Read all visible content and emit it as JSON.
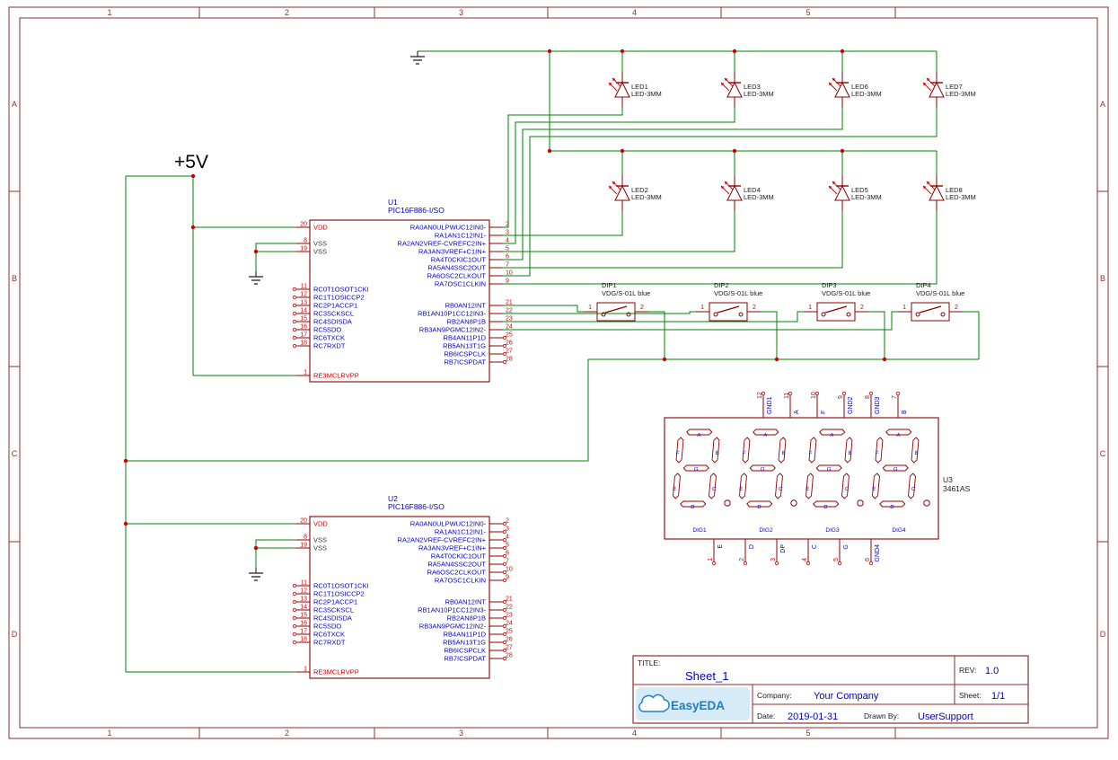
{
  "sheet": {
    "columns": [
      "1",
      "2",
      "3",
      "4",
      "5"
    ],
    "rows": [
      "A",
      "B",
      "C",
      "D"
    ]
  },
  "power": {
    "plus5v_label": "+5V"
  },
  "chips": [
    {
      "ref": "U1",
      "value": "PIC16F886-I/SO"
    },
    {
      "ref": "U2",
      "value": "PIC16F886-I/SO"
    }
  ],
  "mcu_pins": {
    "left": [
      {
        "num": "20",
        "name": "VDD",
        "color": "#CC0000"
      },
      {
        "num": "8",
        "name": "VSS",
        "color": "#333333"
      },
      {
        "num": "19",
        "name": "VSS",
        "color": "#333333"
      },
      {
        "num": "11",
        "name": "RC0T1OSOT1CKI"
      },
      {
        "num": "12",
        "name": "RC1T1OSICCP2"
      },
      {
        "num": "13",
        "name": "RC2P1ACCP1"
      },
      {
        "num": "14",
        "name": "RC3SCKSCL"
      },
      {
        "num": "15",
        "name": "RC4SDISDA"
      },
      {
        "num": "16",
        "name": "RC5SDO"
      },
      {
        "num": "17",
        "name": "RC6TXCK"
      },
      {
        "num": "18",
        "name": "RC7RXDT"
      },
      {
        "num": "1",
        "name": "RE3MCLRVPP",
        "color": "#CC0000"
      }
    ],
    "right": [
      {
        "num": "2",
        "name": "RA0AN0ULPWUC12IN0-"
      },
      {
        "num": "3",
        "name": "RA1AN1C12IN1-"
      },
      {
        "num": "4",
        "name": "RA2AN2VREF-CVREFC2IN+"
      },
      {
        "num": "5",
        "name": "RA3AN3VREF+C1IN+"
      },
      {
        "num": "6",
        "name": "RA4T0CKIC1OUT"
      },
      {
        "num": "7",
        "name": "RA5AN4SSC2OUT"
      },
      {
        "num": "10",
        "name": "RA6OSC2CLKOUT"
      },
      {
        "num": "9",
        "name": "RA7OSC1CLKIN"
      },
      {
        "num": "21",
        "name": "RB0AN12INT"
      },
      {
        "num": "22",
        "name": "RB1AN10P1CC12IN3-"
      },
      {
        "num": "23",
        "name": "RB2AN8P1B"
      },
      {
        "num": "24",
        "name": "RB3AN9PGMC12IN2-"
      },
      {
        "num": "25",
        "name": "RB4AN11P1D"
      },
      {
        "num": "26",
        "name": "RB5AN13T1G"
      },
      {
        "num": "27",
        "name": "RB6ICSPCLK"
      },
      {
        "num": "28",
        "name": "RB7ICSPDAT"
      }
    ]
  },
  "leds": [
    {
      "ref": "LED1",
      "value": "LED-3MM"
    },
    {
      "ref": "LED2",
      "value": "LED-3MM"
    },
    {
      "ref": "LED3",
      "value": "LED-3MM"
    },
    {
      "ref": "LED4",
      "value": "LED-3MM"
    },
    {
      "ref": "LED5",
      "value": "LED-3MM"
    },
    {
      "ref": "LED6",
      "value": "LED-3MM"
    },
    {
      "ref": "LED7",
      "value": "LED-3MM"
    },
    {
      "ref": "LED8",
      "value": "LED-3MM"
    }
  ],
  "dips": [
    {
      "ref": "DIP1",
      "value": "VDG/S-01L blue",
      "pins": [
        "1",
        "2"
      ]
    },
    {
      "ref": "DIP2",
      "value": "VDG/S-01L blue",
      "pins": [
        "1",
        "2"
      ]
    },
    {
      "ref": "DIP3",
      "value": "VDG/S-01L blue",
      "pins": [
        "1",
        "2"
      ]
    },
    {
      "ref": "DIP4",
      "value": "VDG/S-01L blue",
      "pins": [
        "1",
        "2"
      ]
    }
  ],
  "display": {
    "ref": "U3",
    "value": "3461AS",
    "top_pins": [
      {
        "num": "12",
        "name": "GND1"
      },
      {
        "num": "11",
        "name": "A"
      },
      {
        "num": "10",
        "name": "F"
      },
      {
        "num": "9",
        "name": "GND2"
      },
      {
        "num": "8",
        "name": "GND3"
      },
      {
        "num": "7",
        "name": "B"
      }
    ],
    "bottom_pins": [
      {
        "num": "1",
        "name": "E"
      },
      {
        "num": "2",
        "name": "D"
      },
      {
        "num": "3",
        "name": "DP"
      },
      {
        "num": "4",
        "name": "C"
      },
      {
        "num": "5",
        "name": "G"
      },
      {
        "num": "6",
        "name": "GND4"
      }
    ],
    "digit_labels": [
      "DIG1",
      "DIG2",
      "DIG3",
      "DIG4"
    ],
    "segment_labels": [
      "A",
      "B",
      "C",
      "D",
      "E",
      "F",
      "G"
    ]
  },
  "title_block": {
    "title_label": "TITLE:",
    "title": "Sheet_1",
    "rev_label": "REV:",
    "rev": "1.0",
    "company_label": "Company:",
    "company": "Your Company",
    "sheet_label": "Sheet:",
    "sheet": "1/1",
    "date_label": "Date:",
    "date": "2019-01-31",
    "drawn_by_label": "Drawn By:",
    "drawn_by": "UserSupport",
    "logo": "EasyEDA"
  },
  "colors": {
    "wire": "#008000",
    "symbol": "#8B0000",
    "pin_number": "#CC0000",
    "pin_name": "#0000CC",
    "junction": "#CC0000",
    "border": "#8D2F2F",
    "gnd": "#333333",
    "label": "#1A1A1A",
    "ref": "#0000CC",
    "logo": "#1B7FC3"
  }
}
